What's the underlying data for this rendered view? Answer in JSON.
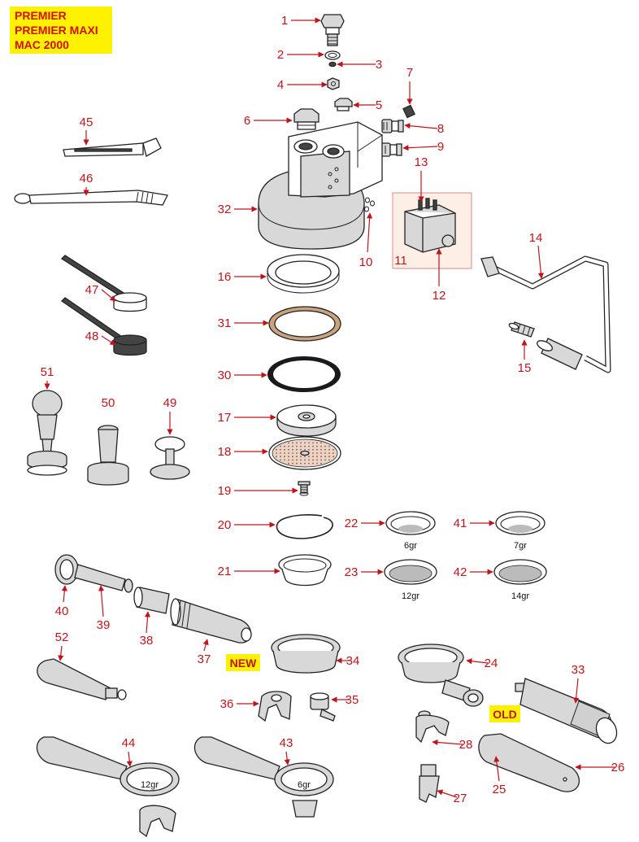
{
  "header": {
    "models": [
      "PREMIER",
      "PREMIER MAXI",
      "MAC 2000"
    ]
  },
  "tags": {
    "new": "NEW",
    "old": "OLD"
  },
  "parts": [
    {
      "n": "1"
    },
    {
      "n": "2"
    },
    {
      "n": "3"
    },
    {
      "n": "4"
    },
    {
      "n": "5"
    },
    {
      "n": "6"
    },
    {
      "n": "7"
    },
    {
      "n": "8"
    },
    {
      "n": "9"
    },
    {
      "n": "10"
    },
    {
      "n": "11"
    },
    {
      "n": "12"
    },
    {
      "n": "13"
    },
    {
      "n": "14"
    },
    {
      "n": "15"
    },
    {
      "n": "16"
    },
    {
      "n": "17"
    },
    {
      "n": "18"
    },
    {
      "n": "19"
    },
    {
      "n": "20"
    },
    {
      "n": "21"
    },
    {
      "n": "22"
    },
    {
      "n": "23"
    },
    {
      "n": "24"
    },
    {
      "n": "25"
    },
    {
      "n": "26"
    },
    {
      "n": "27"
    },
    {
      "n": "28"
    },
    {
      "n": "30"
    },
    {
      "n": "31"
    },
    {
      "n": "32"
    },
    {
      "n": "33"
    },
    {
      "n": "34"
    },
    {
      "n": "35"
    },
    {
      "n": "36"
    },
    {
      "n": "37"
    },
    {
      "n": "38"
    },
    {
      "n": "39"
    },
    {
      "n": "40"
    },
    {
      "n": "41"
    },
    {
      "n": "42"
    },
    {
      "n": "43"
    },
    {
      "n": "44"
    },
    {
      "n": "45"
    },
    {
      "n": "46"
    },
    {
      "n": "47"
    },
    {
      "n": "48"
    },
    {
      "n": "49"
    },
    {
      "n": "50"
    },
    {
      "n": "51"
    },
    {
      "n": "52"
    }
  ],
  "filter_labels": {
    "f22": "6gr",
    "f23": "12gr",
    "f41": "7gr",
    "f42": "14gr",
    "f43": "6gr",
    "f44": "12gr"
  }
}
